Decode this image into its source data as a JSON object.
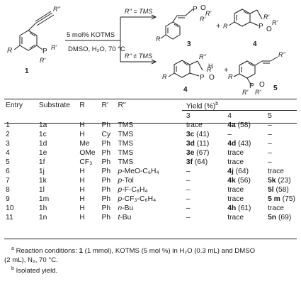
{
  "scheme": {
    "catalyst": "5 mol% KOTMS",
    "conditions": "DMSO, H₂O, 70 °C",
    "branch_top": "R'' = TMS",
    "branch_bottom": "R'' ≠ TMS",
    "start_label": "1",
    "prod3": "3",
    "prod4a": "4",
    "prod4b": "4",
    "prod5": "5",
    "plus1": "+",
    "plus2": "+",
    "sub_R": "R",
    "sub_Rpp": "R''",
    "sub_P": "P",
    "sub_Rp1": "R'",
    "sub_Rp2": "R'",
    "p3_P": "P",
    "p3_O": "O",
    "p3_R1": "R'",
    "p3_R2": "R'",
    "p3_R": "R",
    "p4a_P": "P",
    "p4a_O": "O",
    "p4a_R": "R",
    "p4a_Rp1": "R'",
    "p4a_Rp2": "R'",
    "p4b_P": "P",
    "p4b_O": "O",
    "p4b_R": "R",
    "p4b_Rpp": "R''",
    "p4b_Rp": "R'",
    "p4b_H": "H",
    "p5_P": "P",
    "p5_O": "O",
    "p5_R": "R",
    "p5_Rpp": "R''",
    "p5_Rp1": "R'",
    "p5_Rp2": "R'"
  },
  "table": {
    "headers": {
      "entry": "Entry",
      "substrate": "Substrate",
      "r": "R",
      "rp": "R'",
      "rpp": "R''",
      "yield": "Yield (%)",
      "yield_sup": "b"
    },
    "yield_cols": [
      "3",
      "4",
      "5"
    ],
    "rows": [
      {
        "entry": "1",
        "sub": "1a",
        "r": "H",
        "rp": "Ph",
        "rpp": "TMS",
        "y3": "trace",
        "y4c": "4a",
        "y4v": " (58)",
        "y5": "–"
      },
      {
        "entry": "2",
        "sub": "1c",
        "r": "H",
        "rp": "Cy",
        "rpp": "TMS",
        "y3c": "3c",
        "y3v": " (41)",
        "y4": "–",
        "y5": "–"
      },
      {
        "entry": "3",
        "sub": "1d",
        "r": "Me",
        "rp": "Ph",
        "rpp": "TMS",
        "y3c": "3d",
        "y3v": " (11)",
        "y4c": "4d",
        "y4v": " (43)",
        "y5": "–"
      },
      {
        "entry": "4",
        "sub": "1e",
        "r": "OMe",
        "rp": "Ph",
        "rpp": "TMS",
        "y3c": "3e",
        "y3v": " (67)",
        "y4": "trace",
        "y5": "–"
      },
      {
        "entry": "5",
        "sub": "1f",
        "r": "CF₃",
        "rp": "Ph",
        "rpp": "TMS",
        "y3c": "3f",
        "y3v": " (64)",
        "y4": "trace",
        "y5": "–"
      },
      {
        "entry": "6",
        "sub": "1j",
        "r": "H",
        "rp": "Ph",
        "rpp_i": "p",
        "rpp": "-MeO-C₆H₄",
        "y3": "–",
        "y4c": "4j",
        "y4v": " (64)",
        "y5": "trace"
      },
      {
        "entry": "7",
        "sub": "1k",
        "r": "H",
        "rp": "Ph",
        "rpp_i": "p",
        "rpp": "-Tol",
        "y3": "–",
        "y4c": "4k",
        "y4v": " (56)",
        "y5c": "5k",
        "y5v": " (23)"
      },
      {
        "entry": "8",
        "sub": "1l",
        "r": "H",
        "rp": "Ph",
        "rpp_i": "p",
        "rpp": "-F-C₆H₄",
        "y3": "–",
        "y4": "trace",
        "y5c": "5l",
        "y5v": " (58)"
      },
      {
        "entry": "9",
        "sub": "1m",
        "r": "H",
        "rp": "Ph",
        "rpp_i": "p",
        "rpp": "-CF₃-C₆H₄",
        "y3": "–",
        "y4": "trace",
        "y5c": "5 m",
        "y5v": " (75)"
      },
      {
        "entry": "10",
        "sub": "1h",
        "r": "H",
        "rp": "Ph",
        "rpp_i": "n",
        "rpp": "-Bu",
        "y3": "–",
        "y4c": "4h",
        "y4v": " (61)",
        "y5": "trace"
      },
      {
        "entry": "11",
        "sub": "1n",
        "r": "H",
        "rp": "Ph",
        "rpp_i": "t",
        "rpp": "-Bu",
        "y3": "–",
        "y4": "trace",
        "y5c": "5n",
        "y5v": " (69)"
      }
    ]
  },
  "footnotes": {
    "a_mark": "a",
    "a_pre": "Reaction conditions: ",
    "a_bold": "1",
    "a_post": " (1 mmol), KOTMS (5 mol %) in H₂O (0.3 mL) and DMSO",
    "a_line2": "(2 mL), N₂, 70 °C.",
    "b_mark": "b",
    "b_text": "Isolated yield."
  }
}
